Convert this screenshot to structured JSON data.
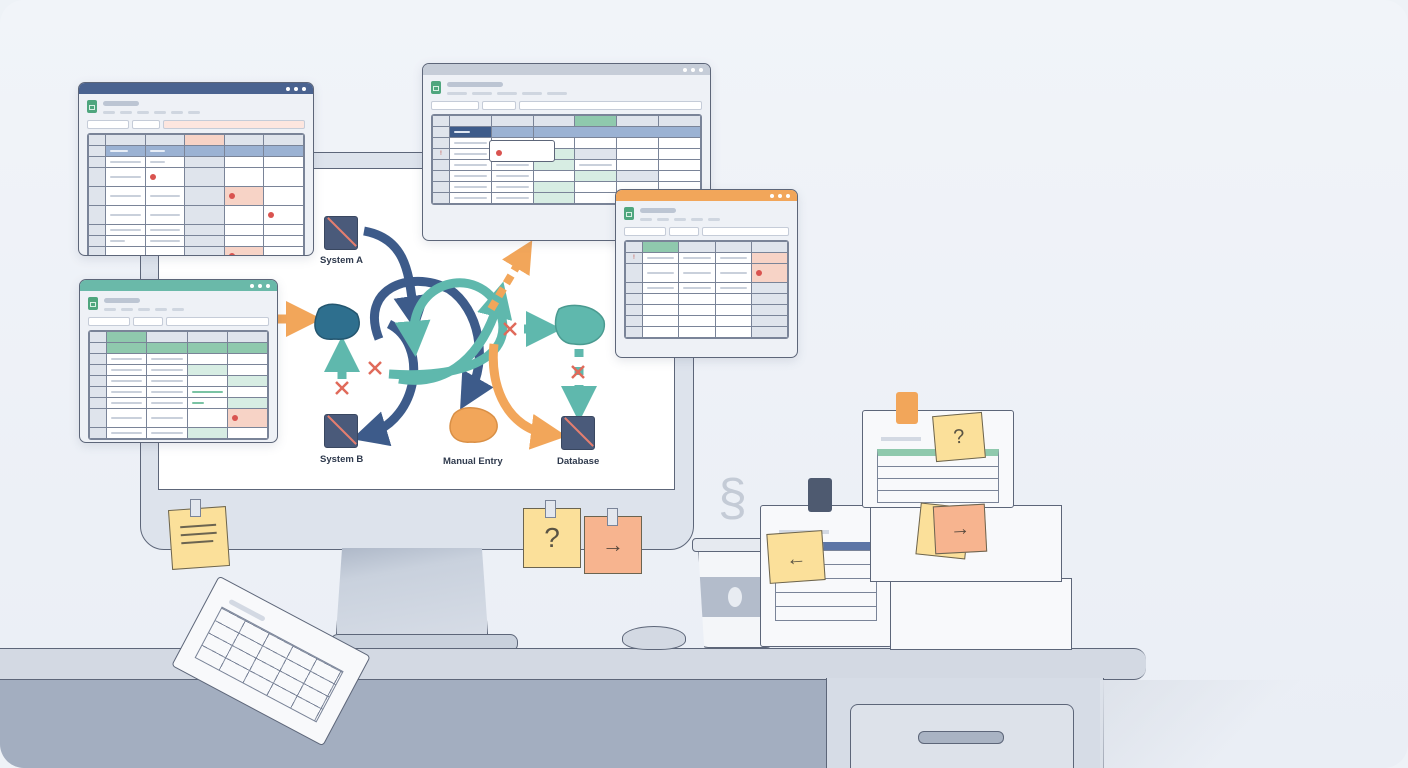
{
  "scene": {
    "title": "Data integration chaos illustration",
    "colors": {
      "background": "#eef2f7",
      "outline": "#5d6679",
      "navy": "#3d5b8a",
      "teal": "#5fb8ad",
      "orange": "#f2a65a",
      "error_red": "#d9534f",
      "sticky_yellow": "#fbe09a",
      "sticky_orange": "#f7b48f",
      "sheet_green": "#4fa67e"
    }
  },
  "diagram": {
    "nodes": [
      {
        "id": "system-a",
        "label": "System A",
        "icon": "server-icon",
        "status": "disconnected"
      },
      {
        "id": "system-b",
        "label": "System B",
        "icon": "gears-icon",
        "status": "disconnected"
      },
      {
        "id": "manual-entry",
        "label": "Manual Entry",
        "icon": "blob-icon"
      },
      {
        "id": "database",
        "label": "Database",
        "icon": "database-icon",
        "status": "disconnected"
      }
    ],
    "broken_links": 4
  },
  "windows": [
    {
      "id": "sheet-navy",
      "accent": "#4a6390",
      "error_markers": 5
    },
    {
      "id": "sheet-gray",
      "accent": "#c6cdd8",
      "error_markers": 1,
      "flag": "!"
    },
    {
      "id": "sheet-orange",
      "accent": "#f2a65a",
      "error_markers": 1,
      "flag": "!"
    },
    {
      "id": "sheet-teal",
      "accent": "#6ab9a9",
      "error_markers": 1
    }
  ],
  "stickies": [
    {
      "id": "note-lines",
      "symbol": ""
    },
    {
      "id": "note-question",
      "symbol": "?"
    },
    {
      "id": "note-arrow",
      "symbol": "→"
    },
    {
      "id": "note-pile-question",
      "symbol": "?"
    },
    {
      "id": "note-pile-arrow",
      "symbol": "→"
    },
    {
      "id": "note-cup-arrow",
      "symbol": "←"
    }
  ]
}
